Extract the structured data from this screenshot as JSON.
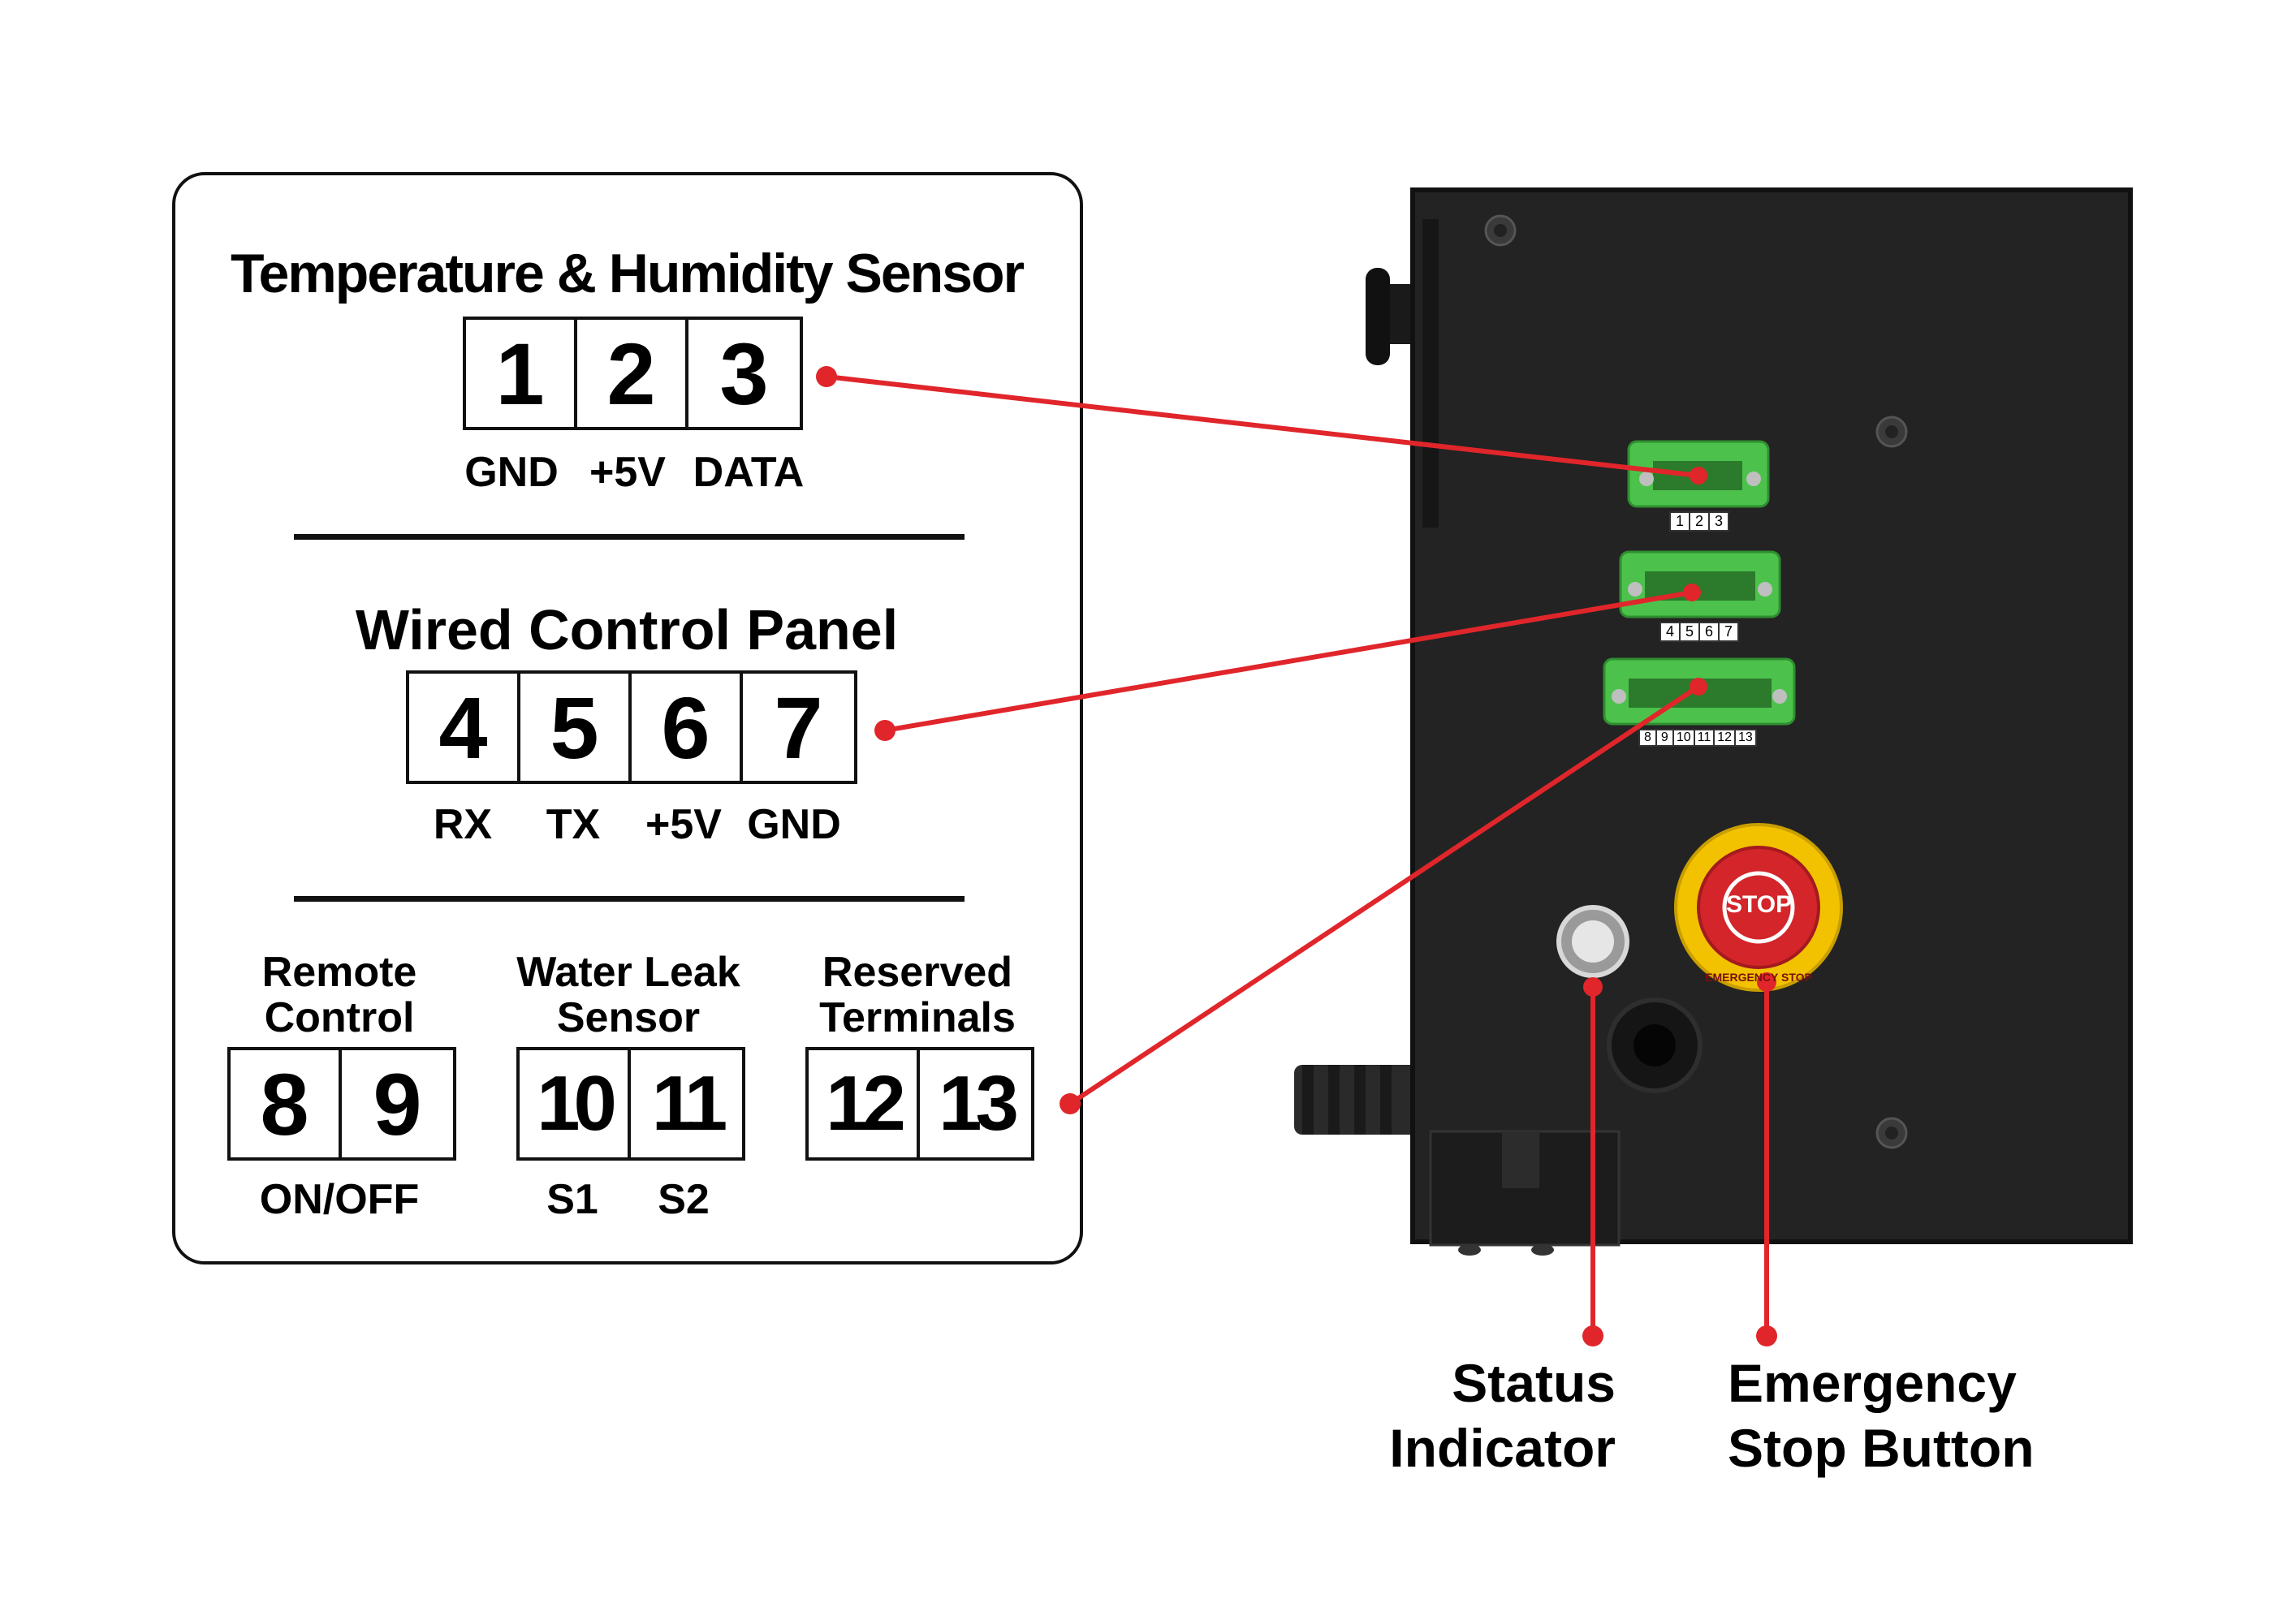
{
  "sections": {
    "sensor": {
      "title": "Temperature & Humidity Sensor",
      "terminals": [
        "1",
        "2",
        "3"
      ],
      "labels": [
        "GND",
        "+5V",
        "DATA"
      ]
    },
    "panel": {
      "title": "Wired Control Panel",
      "terminals": [
        "4",
        "5",
        "6",
        "7"
      ],
      "labels": [
        "RX",
        "TX",
        "+5V",
        "GND"
      ]
    },
    "remote": {
      "title_line1": "Remote",
      "title_line2": "Control",
      "terminals": [
        "8",
        "9"
      ],
      "label": "ON/OFF"
    },
    "leak": {
      "title_line1": "Water Leak",
      "title_line2": "Sensor",
      "terminals": [
        "10",
        "11"
      ],
      "labels": [
        "S1",
        "S2"
      ]
    },
    "reserved": {
      "title_line1": "Reserved",
      "title_line2": "Terminals",
      "terminals": [
        "12",
        "13"
      ]
    }
  },
  "device": {
    "connector1_labels": [
      "1",
      "2",
      "3"
    ],
    "connector2_labels": [
      "4",
      "5",
      "6",
      "7"
    ],
    "connector3_labels": [
      "8",
      "9",
      "10",
      "11",
      "12",
      "13"
    ],
    "stop_text": "STOP",
    "ring_text": "EMERGENCY STOP"
  },
  "callouts": {
    "status_line1": "Status",
    "status_line2": "Indicator",
    "estop_line1": "Emergency",
    "estop_line2": "Stop Button"
  },
  "colors": {
    "leader": "#e0262b",
    "connector": "#4cc24c",
    "stop_red": "#d3252a",
    "stop_yellow": "#f2c200",
    "chassis": "#222222"
  }
}
